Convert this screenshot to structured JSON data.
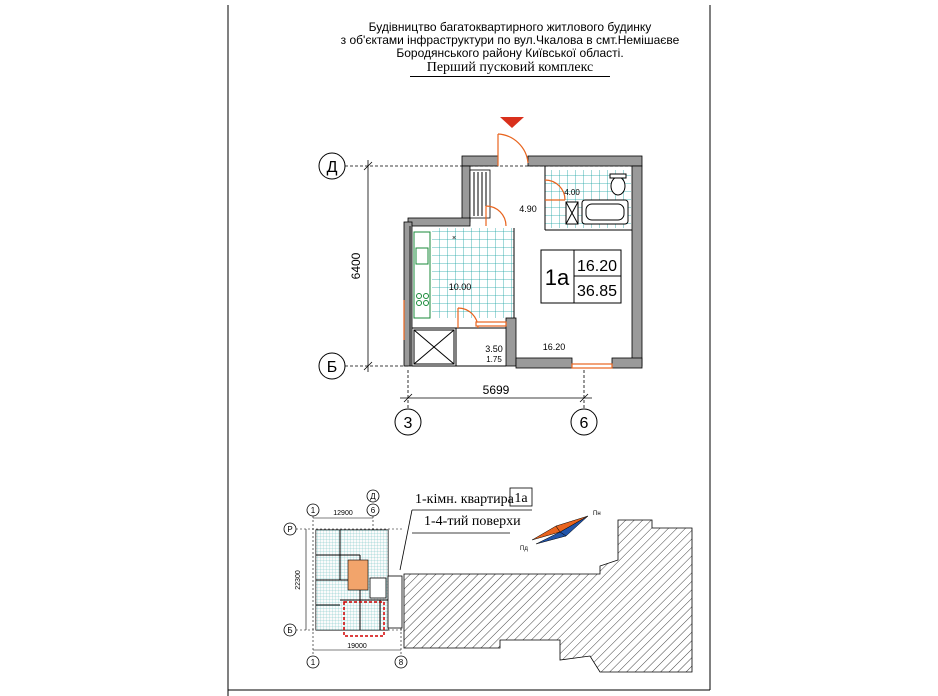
{
  "header": {
    "line1": "Будівництво багатоквартирного житлового будинку",
    "line2": "з об'єктами інфраструктури по вул.Чкалова в смт.Немішаєве",
    "line3": "Бородянського району  Київської області.",
    "subtitle": "Перший пусковий комплекс"
  },
  "plan": {
    "axes": {
      "d": "Д",
      "b": "Б",
      "three": "3",
      "six": "6"
    },
    "dims": {
      "height": "6400",
      "width": "5699"
    },
    "rooms": {
      "bath": "4.00",
      "hall": "4.90",
      "kitchen": "10.00",
      "balcony_1": "3.50",
      "balcony_2": "1.75",
      "living": "16.20"
    },
    "box": {
      "label": "1а",
      "living": "16.20",
      "total": "36.85"
    }
  },
  "keyplan": {
    "axes": {
      "one_top": "1",
      "d_top": "Д",
      "six_top": "6",
      "r": "Р",
      "b": "Б",
      "one_bot": "1",
      "eight_bot": "8"
    },
    "dims": {
      "top": "12900",
      "left": "22300",
      "bottom": "19000"
    },
    "apt_label": "1-кімн. квартира",
    "apt_code": "1а",
    "floors": "1-4-тий поверхи"
  },
  "compass": {
    "north": "Пн",
    "south": "Пд"
  },
  "colors": {
    "frame": "#000000",
    "tile": "#1aa3a3",
    "door": "#e8641e",
    "marker": "#d9301c",
    "highlight": "#d40000",
    "hatch": "#444444"
  }
}
